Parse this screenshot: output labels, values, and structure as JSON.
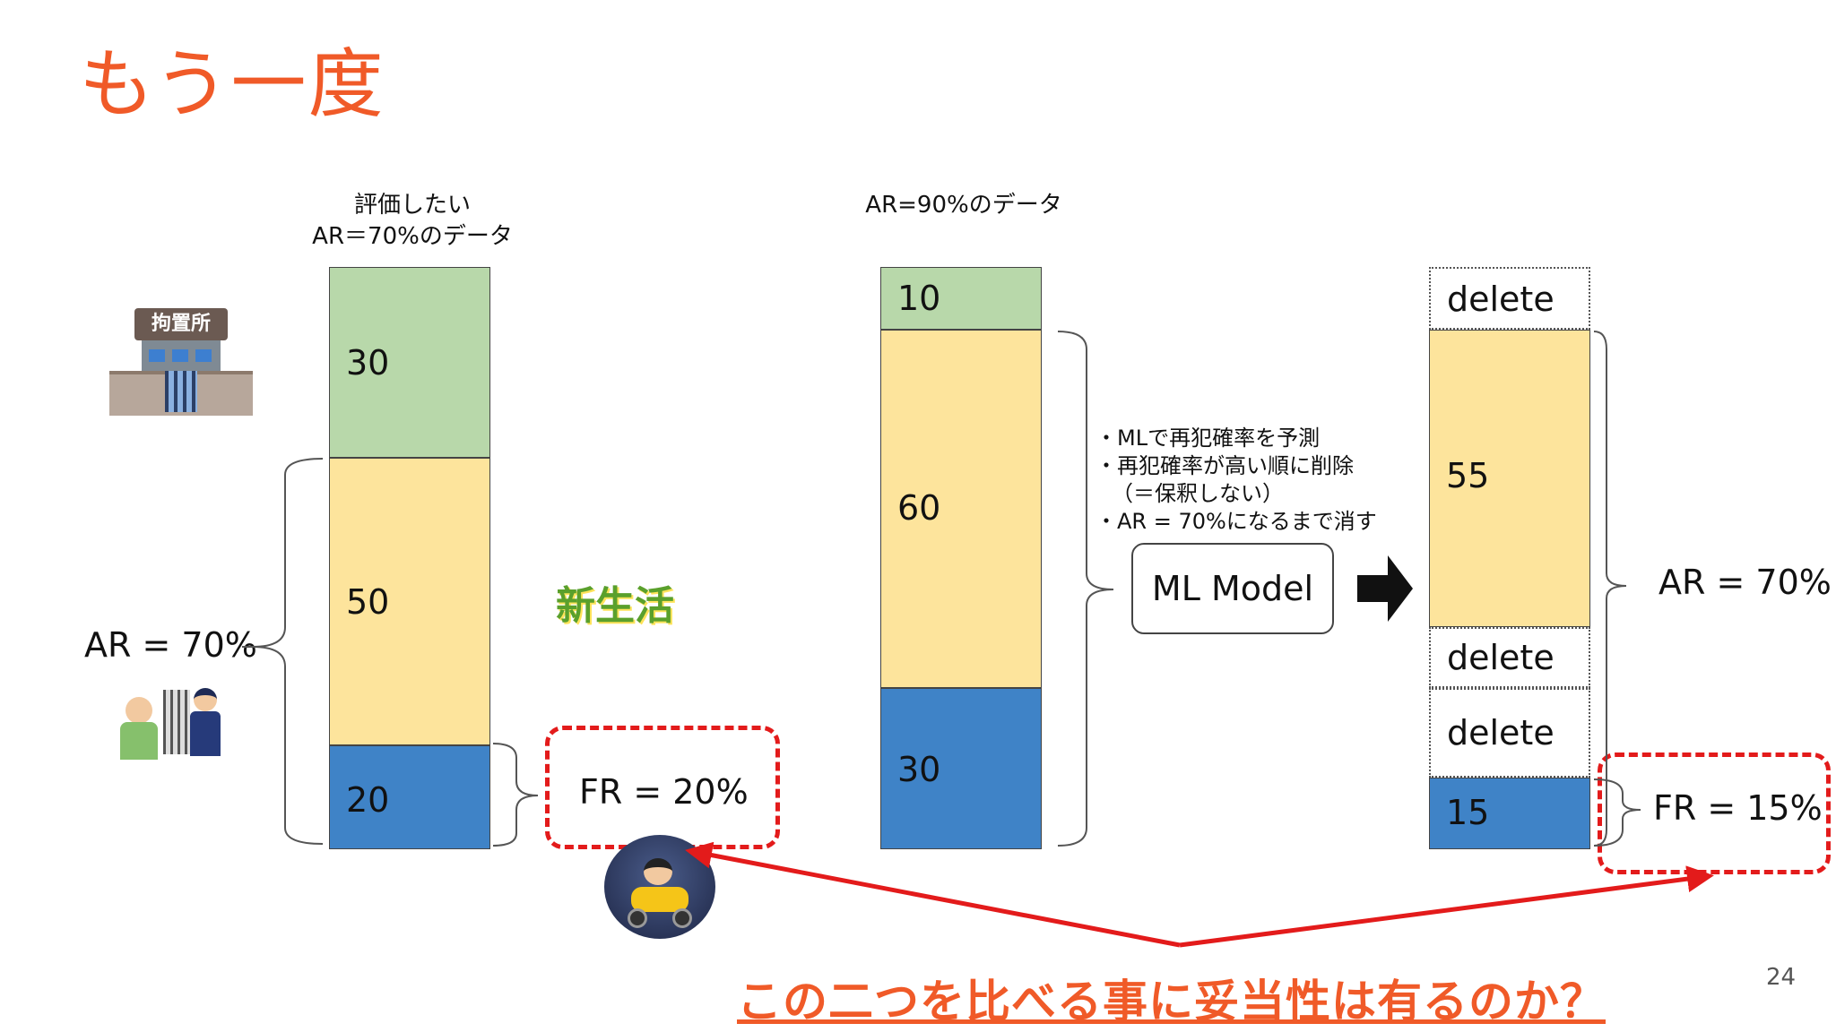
{
  "title": "もう一度",
  "left": {
    "header_line1": "評価したい",
    "header_line2": "AR＝70%のデータ",
    "seg_top": "30",
    "seg_mid": "50",
    "seg_bot": "20",
    "ar_label": "AR = 70%",
    "fr_label": "FR = 20%"
  },
  "middle": {
    "header": "AR=90%のデータ",
    "seg_top": "10",
    "seg_mid": "60",
    "seg_bot": "30"
  },
  "notes": [
    "・MLで再犯確率を予測",
    "・再犯確率が高い順に削除",
    "（＝保釈しない）",
    "・AR = 70%になるまで消す"
  ],
  "ml_model": "ML Model",
  "right": {
    "delete_1": "delete",
    "seg_mid": "55",
    "delete_2": "delete",
    "delete_3": "delete",
    "seg_bot": "15",
    "ar_label": "AR = 70%",
    "fr_label": "FR = 15%"
  },
  "illustrations": {
    "jail_sign": "拘置所",
    "new_life": "新生活"
  },
  "question": "この二つを比べる事に妥当性は有るのか？",
  "page_number": "24",
  "colors": {
    "accent": "#f05a28",
    "green": "#b8d8aa",
    "yellow": "#fde49c",
    "blue": "#3f83c7",
    "red": "#e31b1b"
  }
}
